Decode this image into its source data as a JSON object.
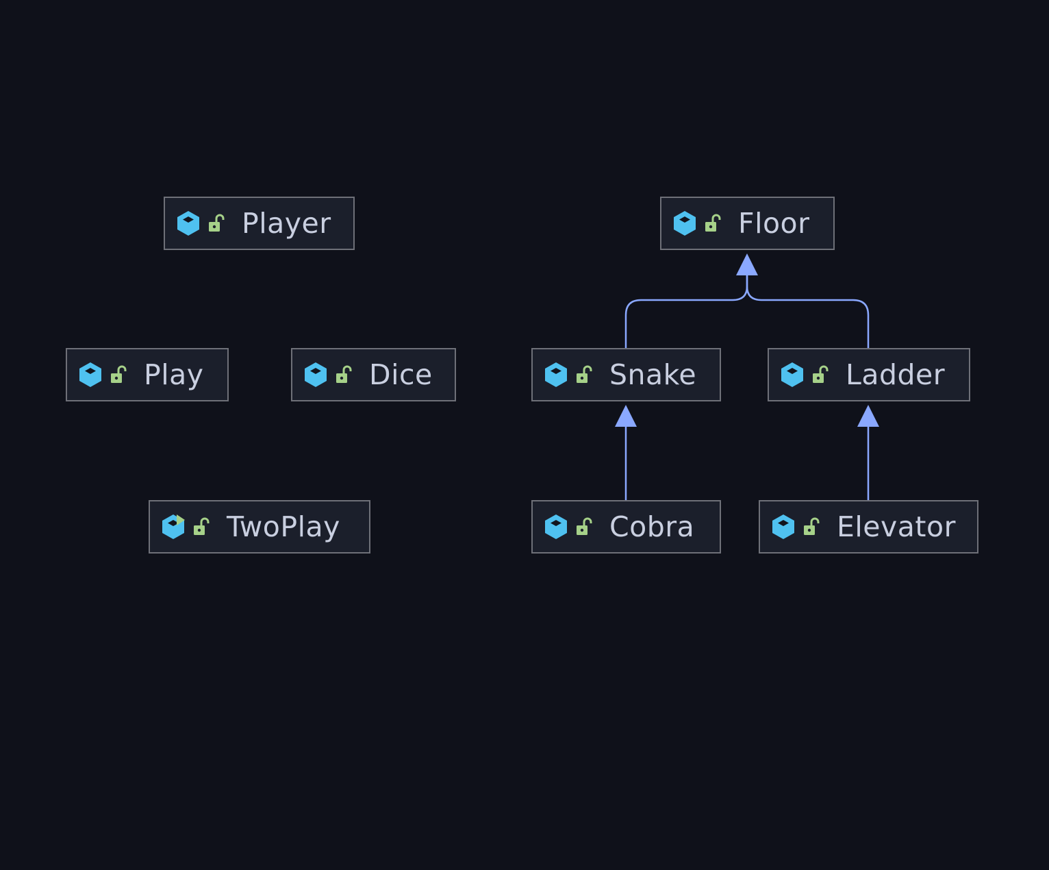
{
  "diagram": {
    "nodes": [
      {
        "id": "player",
        "label": "Player",
        "icon": "class-icon",
        "access": "public-lock-icon"
      },
      {
        "id": "floor",
        "label": "Floor",
        "icon": "class-icon",
        "access": "public-lock-icon"
      },
      {
        "id": "play",
        "label": "Play",
        "icon": "class-icon",
        "access": "public-lock-icon"
      },
      {
        "id": "dice",
        "label": "Dice",
        "icon": "class-icon",
        "access": "public-lock-icon"
      },
      {
        "id": "snake",
        "label": "Snake",
        "icon": "class-icon",
        "access": "public-lock-icon"
      },
      {
        "id": "ladder",
        "label": "Ladder",
        "icon": "class-icon",
        "access": "public-lock-icon"
      },
      {
        "id": "twoplay",
        "label": "TwoPlay",
        "icon": "main-class-icon",
        "access": "public-lock-icon"
      },
      {
        "id": "cobra",
        "label": "Cobra",
        "icon": "class-icon",
        "access": "public-lock-icon"
      },
      {
        "id": "elevator",
        "label": "Elevator",
        "icon": "class-icon",
        "access": "public-lock-icon"
      }
    ],
    "edges": [
      {
        "from": "snake",
        "to": "floor",
        "type": "inheritance"
      },
      {
        "from": "ladder",
        "to": "floor",
        "type": "inheritance"
      },
      {
        "from": "cobra",
        "to": "snake",
        "type": "inheritance"
      },
      {
        "from": "elevator",
        "to": "ladder",
        "type": "inheritance"
      }
    ]
  },
  "colors": {
    "background": "#0f111a",
    "node_fill": "#1b1f2b",
    "node_border": "#6e7078",
    "label": "#c9cfe0",
    "class_icon": "#4fc1f0",
    "lock_icon": "#a6d189",
    "edge": "#8aa8ff"
  }
}
